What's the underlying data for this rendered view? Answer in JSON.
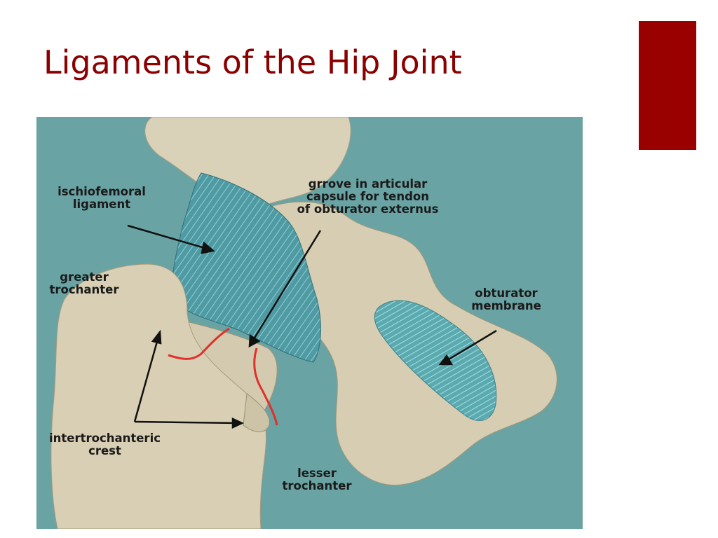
{
  "slide": {
    "title": "Ligaments of the Hip Joint",
    "accent_color": "#990000",
    "title_color": "#8b0000"
  },
  "figure": {
    "background_color": "#6aa3a3",
    "labels": {
      "ischiofemoral_line1": "ischiofemoral",
      "ischiofemoral_line2": "ligament",
      "groove_line1": "grrove in articular",
      "groove_line2": "capsule for tendon",
      "groove_line3": "of obturator externus",
      "greater_line1": "greater",
      "greater_line2": "trochanter",
      "obturator_line1": "obturator",
      "obturator_line2": "membrane",
      "intertro_line1": "intertrochanteric",
      "intertro_line2": "crest",
      "lesser_line1": "lesser",
      "lesser_line2": "trochanter"
    }
  }
}
